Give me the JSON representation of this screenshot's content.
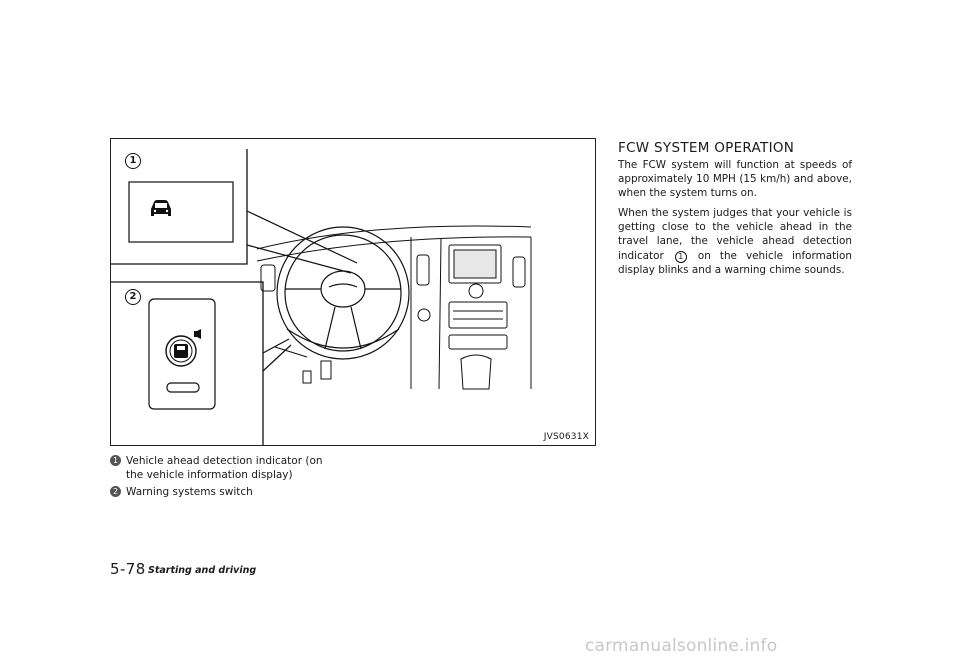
{
  "figure": {
    "code": "JVS0631X",
    "callout_1": "1",
    "callout_2": "2"
  },
  "captions": [
    {
      "num": "1",
      "line1": "Vehicle ahead detection indicator (on",
      "line2": "the vehicle information display)"
    },
    {
      "num": "2",
      "line1": "Warning systems switch"
    }
  ],
  "section": {
    "heading": "FCW SYSTEM OPERATION",
    "paragraph1": "The FCW system will function at speeds of approximately 10 MPH (15 km/h) and above, when the system turns on.",
    "paragraph2_before": "When the system judges that your vehicle is getting close to the vehicle ahead in the travel lane, the vehicle ahead detection indicator",
    "paragraph2_num": "1",
    "paragraph2_after": "on the vehicle information display blinks and a warning chime sounds."
  },
  "footer": {
    "page": "5-78",
    "title": "Starting and driving"
  },
  "watermark": "carmanualsonline.info",
  "colors": {
    "ink": "#1a1a1a",
    "watermark": "#c8c8c8"
  }
}
